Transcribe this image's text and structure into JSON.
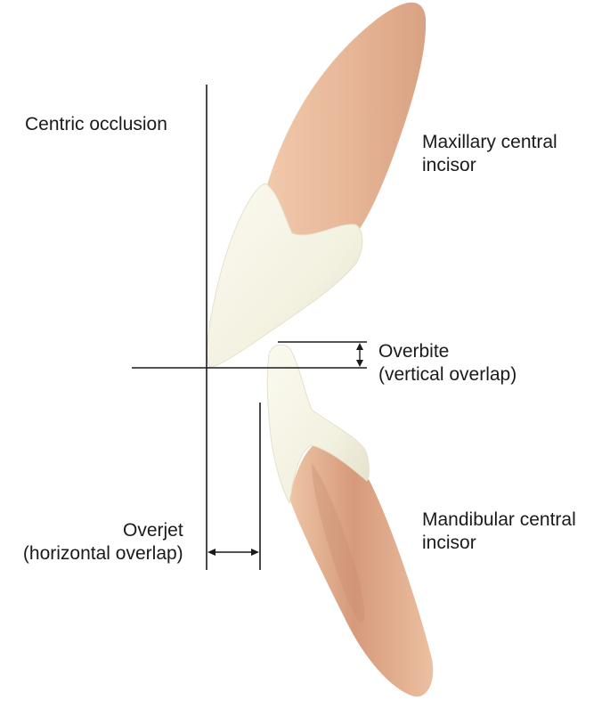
{
  "diagram": {
    "labels": {
      "centric_occlusion": "Centric occlusion",
      "maxillary_line1": "Maxillary central",
      "maxillary_line2": "incisor",
      "overbite_line1": "Overbite",
      "overbite_line2": "(vertical overlap)",
      "overjet_line1": "Overjet",
      "overjet_line2": "(horizontal overlap)",
      "mandibular_line1": "Mandibular central",
      "mandibular_line2": "incisor"
    },
    "colors": {
      "root": "#e6b596",
      "root_shadow": "#c98a6e",
      "enamel": "#f5f3e4",
      "enamel_shadow": "#d9d6c2",
      "line": "#1a1a1a"
    }
  }
}
